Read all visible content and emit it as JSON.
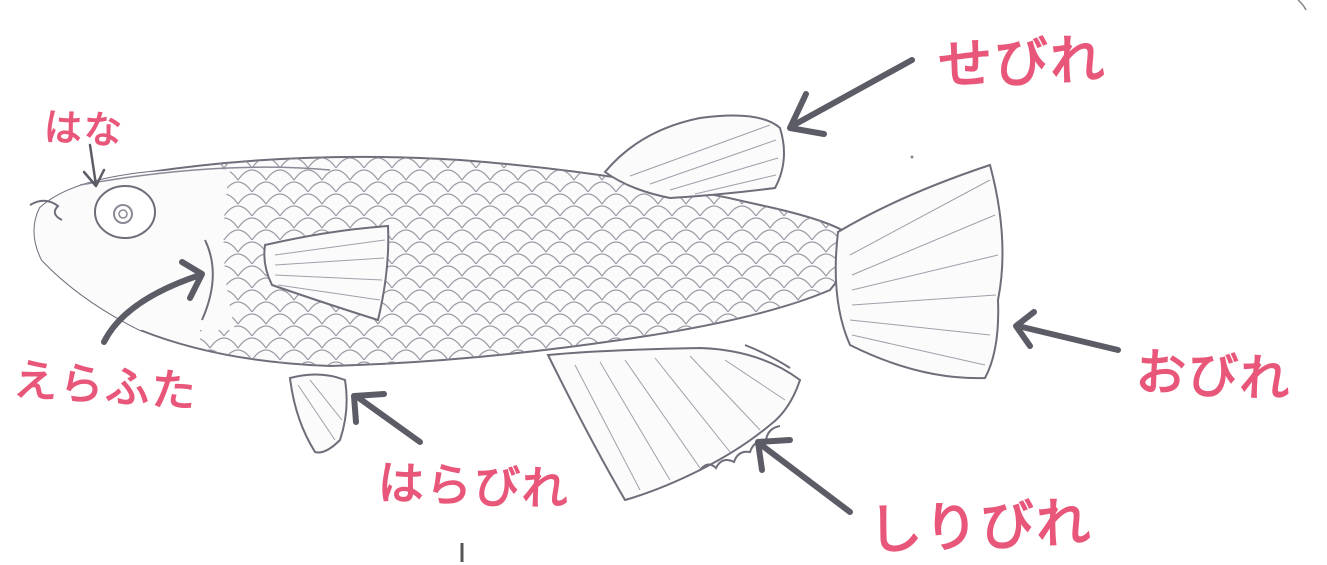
{
  "colors": {
    "label": "#e8577a",
    "pencil": "#7a7a86",
    "arrow": "#5c5c66",
    "paper": "#ffffff"
  },
  "labels": {
    "sebire": "せびれ",
    "hana": "はな",
    "erafuta": "えらふた",
    "harabire": "はらびれ",
    "obire": "おびれ",
    "shiribire": "しりびれ"
  }
}
